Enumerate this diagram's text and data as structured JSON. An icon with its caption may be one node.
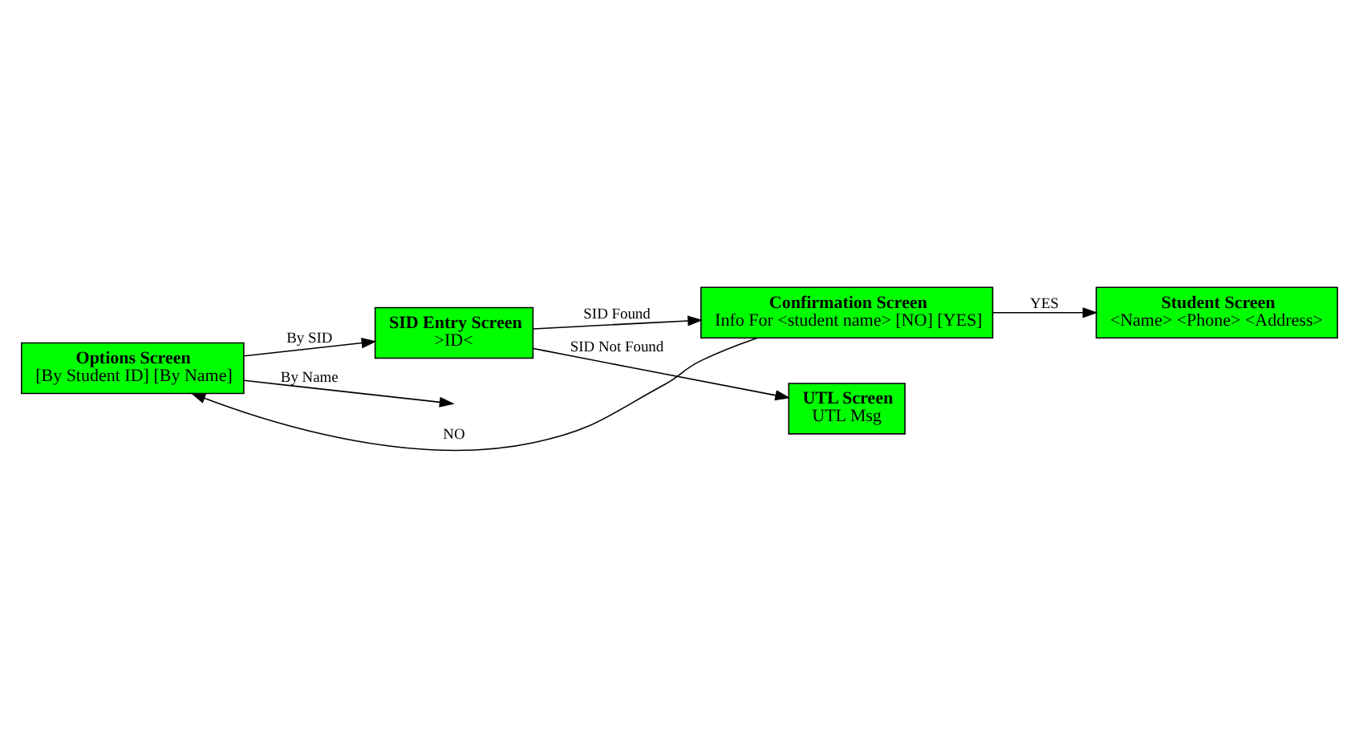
{
  "diagram": {
    "nodes": [
      {
        "text": [
          "Options Screen",
          "[By Student ID] [By Name]"
        ]
      },
      {
        "text": [
          "SID Entry Screen",
          ">ID<"
        ]
      },
      {
        "text": [
          "Confirmation Screen",
          "Info For <student name> [NO] [YES]"
        ]
      },
      {
        "text": [
          "UTL Screen",
          "UTL Msg"
        ]
      },
      {
        "text": [
          "Student Screen",
          "<Name> <Phone> <Address>"
        ]
      }
    ],
    "edges": [
      {
        "from": 0,
        "to": 1,
        "arrow": "to",
        "label": "By SID"
      },
      {
        "from": 1,
        "to": 2,
        "arrow": "to",
        "label": "SID Found"
      },
      {
        "from": 0,
        "to": null,
        "arrow": "to",
        "label": "By Name"
      },
      {
        "from": 1,
        "to": 3,
        "arrow": "to",
        "label": "SID Not Found"
      },
      {
        "from": 2,
        "to": 0,
        "arrow": "to",
        "label": "NO"
      },
      {
        "from": 2,
        "to": 4,
        "arrow": "to",
        "label": "YES"
      }
    ]
  }
}
